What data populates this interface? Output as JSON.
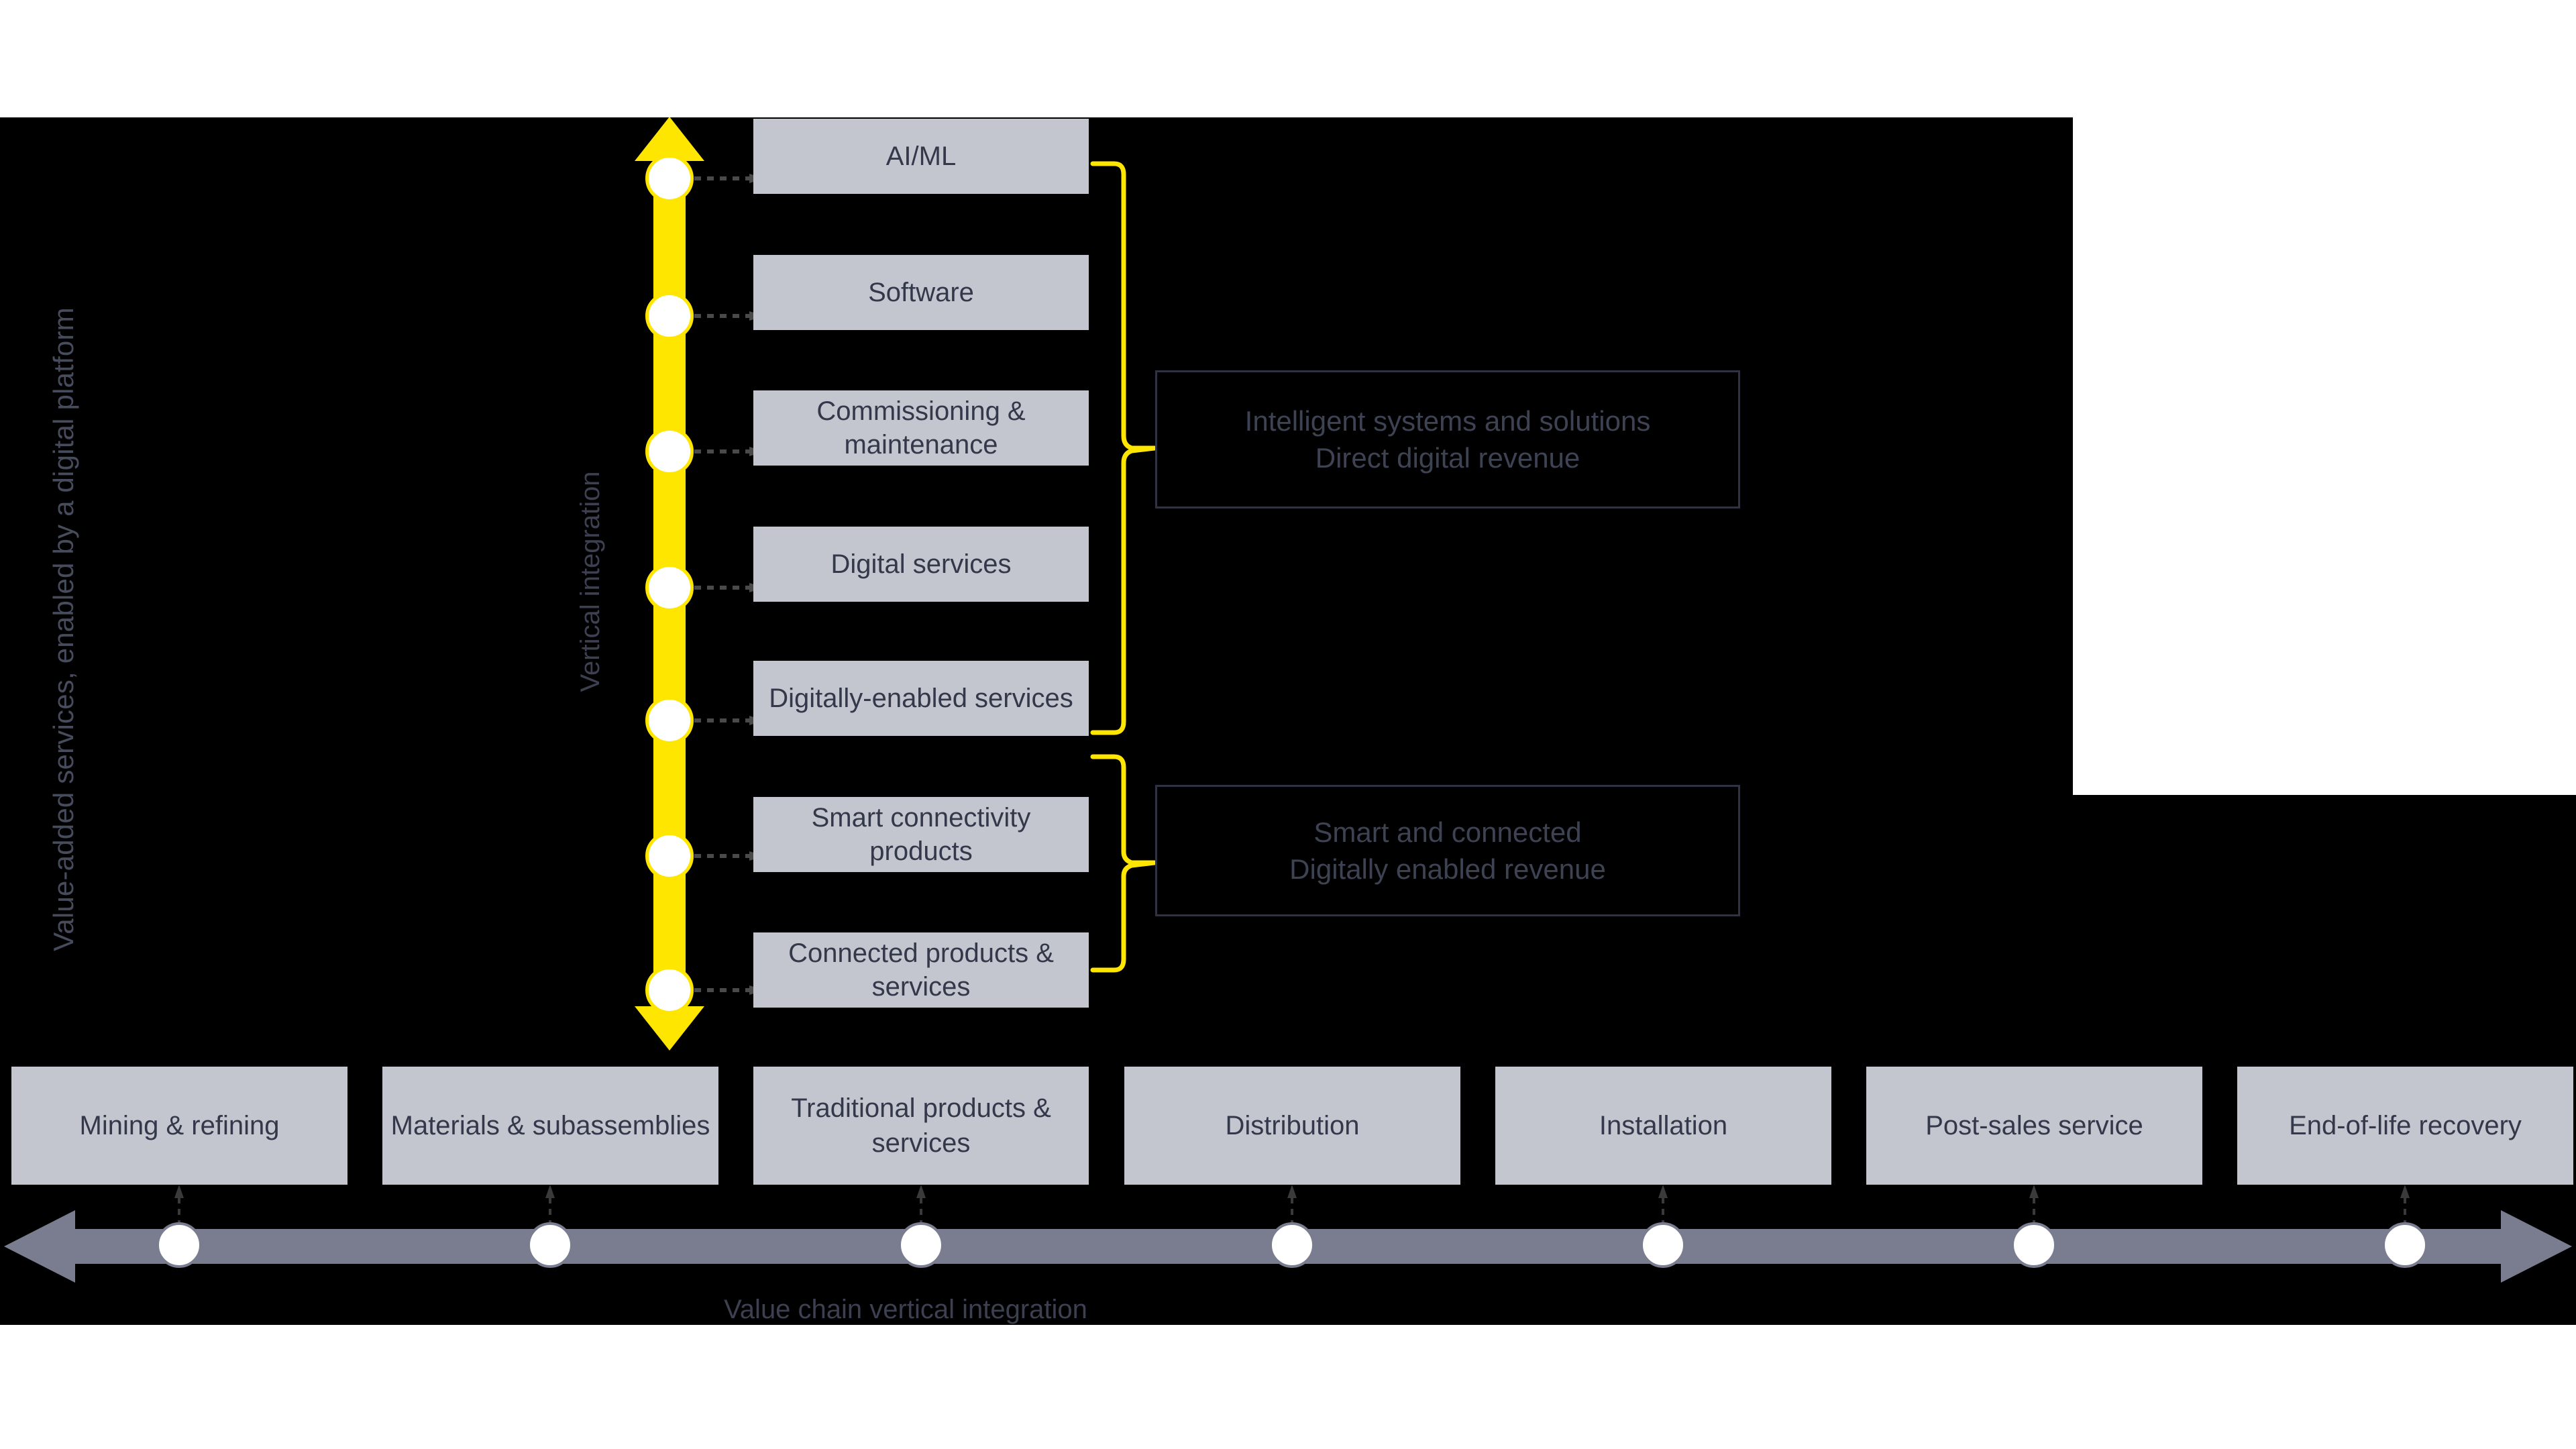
{
  "figure": {
    "side_label": "Value-added services, enabled by a digital platform",
    "vertical_axis_label": "Vertical integration",
    "horizontal_axis_label": "Value chain vertical integration"
  },
  "colors": {
    "background": "#000000",
    "page": "#ffffff",
    "box_fill": "#c4c6cf",
    "box_text": "#33384a",
    "accent_yellow": "#ffe600",
    "bar_grey": "#7a7d8f",
    "note_text": "#3e4354",
    "note_border": "#2e3242"
  },
  "vertical_stack": {
    "name": "Value-added services layers",
    "direction": "bottom-to-top increasing digital maturity",
    "items": [
      {
        "label": "AI/ML"
      },
      {
        "label": "Software"
      },
      {
        "label": "Commissioning & maintenance"
      },
      {
        "label": "Digital services"
      },
      {
        "label": "Digitally-enabled services"
      },
      {
        "label": "Smart connectivity products"
      },
      {
        "label": "Connected products & services"
      }
    ]
  },
  "annotations": [
    {
      "id": "intelligent-systems",
      "line1": "Intelligent systems and solutions",
      "line2": "Direct digital revenue",
      "covers": [
        "AI/ML",
        "Software",
        "Commissioning & maintenance",
        "Digital services",
        "Digitally-enabled services"
      ]
    },
    {
      "id": "smart-connected",
      "line1": "Smart and connected",
      "line2": "Digitally enabled revenue",
      "covers": [
        "Smart connectivity products",
        "Connected products & services"
      ]
    }
  ],
  "value_chain": {
    "name": "Value chain stages",
    "stages": [
      {
        "label": "Mining & refining"
      },
      {
        "label": "Materials & subassemblies"
      },
      {
        "label": "Traditional products & services"
      },
      {
        "label": "Distribution"
      },
      {
        "label": "Installation"
      },
      {
        "label": "Post-sales service"
      },
      {
        "label": "End-of-life recovery"
      }
    ]
  },
  "icons": {
    "up_arrow": "arrow-up-icon",
    "down_arrow": "arrow-down-icon",
    "left_arrow": "arrow-left-icon",
    "right_arrow": "arrow-right-icon",
    "node": "node-dot-icon",
    "bracket": "curly-bracket-icon",
    "dashed_connector": "dashed-arrow-icon"
  }
}
